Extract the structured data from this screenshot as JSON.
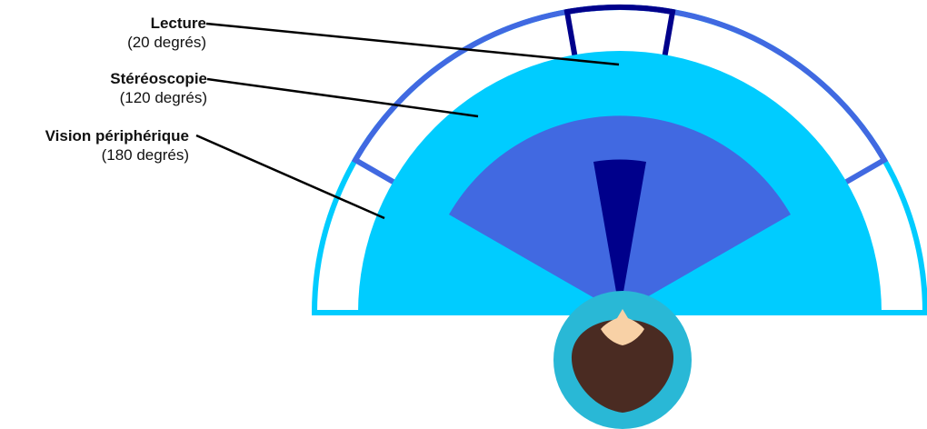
{
  "fields": [
    {
      "id": "reading",
      "name": "Lecture",
      "degrees_label": "(20 degrés)",
      "angle_deg": 20,
      "color": "#00008B"
    },
    {
      "id": "stereo",
      "name": "Stéréoscopie",
      "degrees_label": "(120 degrés)",
      "angle_deg": 120,
      "color": "#4169E1"
    },
    {
      "id": "peripheral",
      "name": "Vision périphérique",
      "degrees_label": "(180 degrés)",
      "angle_deg": 180,
      "color": "#00CCFF"
    }
  ],
  "colors": {
    "head_circle": "#29B8D6",
    "hair": "#4A2B22",
    "skin": "#F8D1A6",
    "leader_line": "#000000"
  },
  "icons": {
    "head": "head-top-view-icon"
  }
}
